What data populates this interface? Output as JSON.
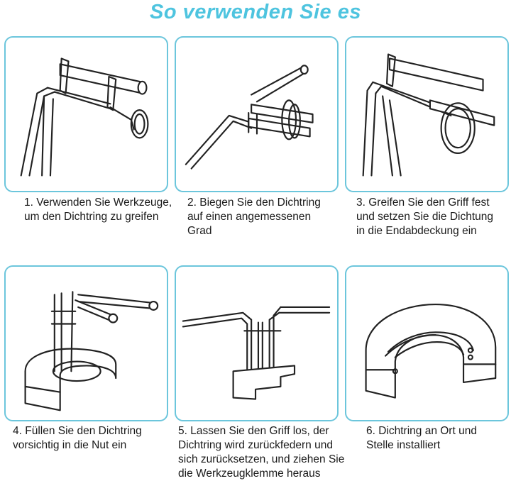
{
  "title": "So verwenden Sie es",
  "steps": [
    {
      "caption": "1. Verwenden Sie Werkzeuge,\num den Dichtring zu greifen"
    },
    {
      "caption": "2. Biegen Sie den Dichtring\nauf einen angemessenen\nGrad"
    },
    {
      "caption": "3. Greifen Sie den Griff fest\nund setzen Sie die Dichtung\nin die Endabdeckung ein"
    },
    {
      "caption": "4. Füllen Sie den Dichtring\nvorsichtig in die Nut ein"
    },
    {
      "caption": "5. Lassen Sie den Griff los, der\nDichtring wird zurückfedern und\nsich zurücksetzen, und ziehen Sie\ndie Werkzeugklemme heraus"
    },
    {
      "caption": "6. Dichtring an Ort und\nStelle installiert"
    }
  ],
  "colors": {
    "title": "#4ec4df",
    "panel_border": "#6cc6dc"
  }
}
